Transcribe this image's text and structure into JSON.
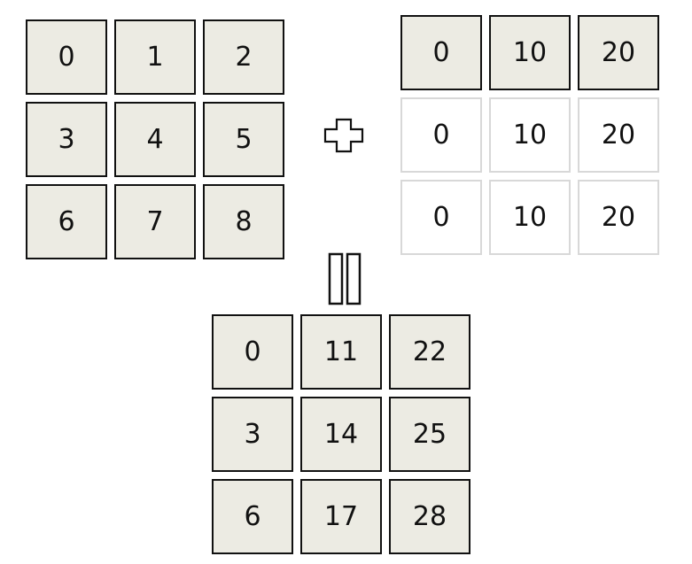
{
  "colors": {
    "cell_fill": "#ecebe3",
    "ghost_fill": "#ffffff",
    "border": "#111111",
    "ghost_border": "#d8d8d8"
  },
  "matrix_a": {
    "rows": [
      [
        "0",
        "1",
        "2"
      ],
      [
        "3",
        "4",
        "5"
      ],
      [
        "6",
        "7",
        "8"
      ]
    ]
  },
  "matrix_b": {
    "rows": [
      [
        "0",
        "10",
        "20"
      ],
      [
        "0",
        "10",
        "20"
      ],
      [
        "0",
        "10",
        "20"
      ]
    ],
    "ghost_rows": [
      1,
      2
    ]
  },
  "result": {
    "rows": [
      [
        "0",
        "11",
        "22"
      ],
      [
        "3",
        "14",
        "25"
      ],
      [
        "6",
        "17",
        "28"
      ]
    ]
  },
  "operators": {
    "plus": "plus-symbol",
    "equals": "equals-symbol-vertical"
  }
}
